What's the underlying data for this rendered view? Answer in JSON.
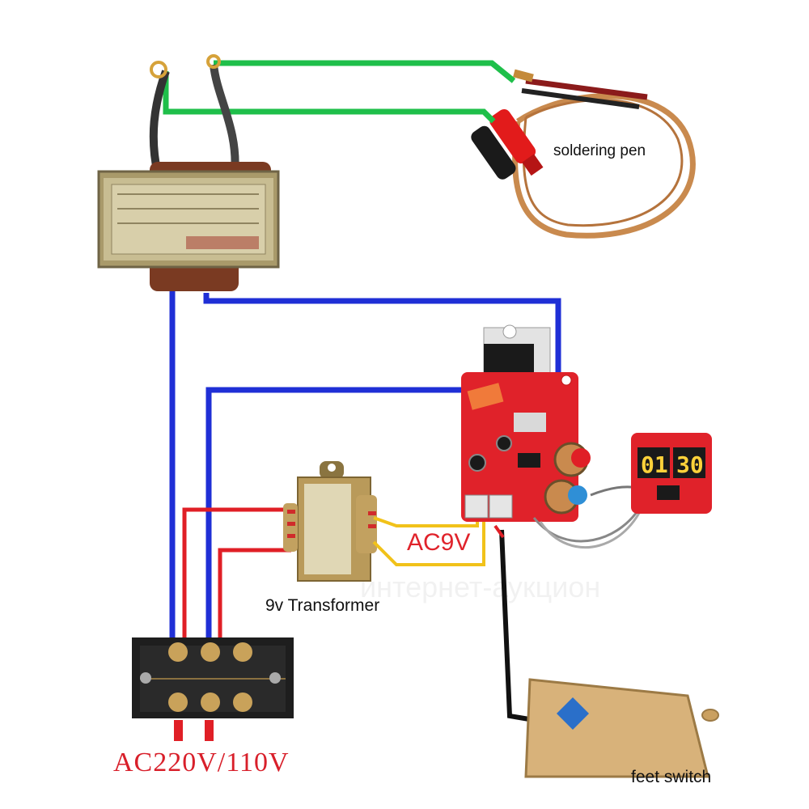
{
  "labels": {
    "soldering_pen": "soldering pen",
    "transformer_9v": "9v Transformer",
    "feet_switch": "feet switch",
    "ac9v": "AC9V",
    "ac_mains": "AC220V/110V"
  },
  "display": {
    "left_value": "01",
    "right_value": "30"
  },
  "watermark": "интернет-аукцион",
  "colors": {
    "primary_wire": "#1f2fd6",
    "secondary_wire": "#1fbf4a",
    "mains_wire": "#e01f26",
    "low_voltage_wire": "#f1c21a",
    "switch_wire": "#111111",
    "pcb": "#e0222a",
    "copper": "#c98a4e"
  }
}
